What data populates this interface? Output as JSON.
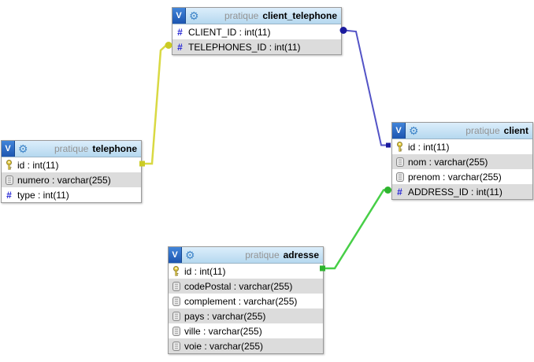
{
  "icons": {
    "v_toggle": "V",
    "gear": "⚙",
    "hash": "#"
  },
  "colors": {
    "header_bg_top": "#dceefb",
    "header_bg_bottom": "#b5d8ef",
    "v_button_blue": "#2b6bc9",
    "gear_icon_blue": "#3f85c9",
    "hash_icon_blue": "#2525d5",
    "row_alt_gray": "#dcdcdc",
    "table_border_gray": "#9a9a9a",
    "schema_text_gray": "#939393",
    "key_icon_yellow": "#e8cf3e",
    "relation_yellow": "#d9d943",
    "relation_blue": "#5353c6",
    "relation_green": "#47cf47"
  },
  "tables": [
    {
      "schema": "pratique",
      "name": "client_telephone",
      "rows": [
        {
          "icon": "hash",
          "label": "CLIENT_ID : int(11)"
        },
        {
          "icon": "hash",
          "label": "TELEPHONES_ID : int(11)"
        }
      ]
    },
    {
      "schema": "pratique",
      "name": "telephone",
      "rows": [
        {
          "icon": "key",
          "label": "id : int(11)"
        },
        {
          "icon": "text",
          "label": "numero : varchar(255)"
        },
        {
          "icon": "hash",
          "label": "type : int(11)"
        }
      ]
    },
    {
      "schema": "pratique",
      "name": "client",
      "rows": [
        {
          "icon": "key",
          "label": "id : int(11)"
        },
        {
          "icon": "text",
          "label": "nom : varchar(255)"
        },
        {
          "icon": "text",
          "label": "prenom : varchar(255)"
        },
        {
          "icon": "hash",
          "label": "ADDRESS_ID : int(11)"
        }
      ]
    },
    {
      "schema": "pratique",
      "name": "adresse",
      "rows": [
        {
          "icon": "key",
          "label": "id : int(11)"
        },
        {
          "icon": "text",
          "label": "codePostal : varchar(255)"
        },
        {
          "icon": "text",
          "label": "complement : varchar(255)"
        },
        {
          "icon": "text",
          "label": "pays : varchar(255)"
        },
        {
          "icon": "text",
          "label": "ville : varchar(255)"
        },
        {
          "icon": "text",
          "label": "voie : varchar(255)"
        }
      ]
    }
  ],
  "relations": [
    {
      "from_table": "telephone",
      "from_column": "id",
      "to_table": "client_telephone",
      "to_column": "TELEPHONES_ID",
      "color": "#d9d943",
      "marker_color": "#cbcb24"
    },
    {
      "from_table": "client",
      "from_column": "id",
      "to_table": "client_telephone",
      "to_column": "CLIENT_ID",
      "color": "#5353c6",
      "marker_color": "#1b1b9e"
    },
    {
      "from_table": "adresse",
      "from_column": "id",
      "to_table": "client",
      "to_column": "ADDRESS_ID",
      "color": "#47cf47",
      "marker_color": "#2eb42e"
    }
  ]
}
